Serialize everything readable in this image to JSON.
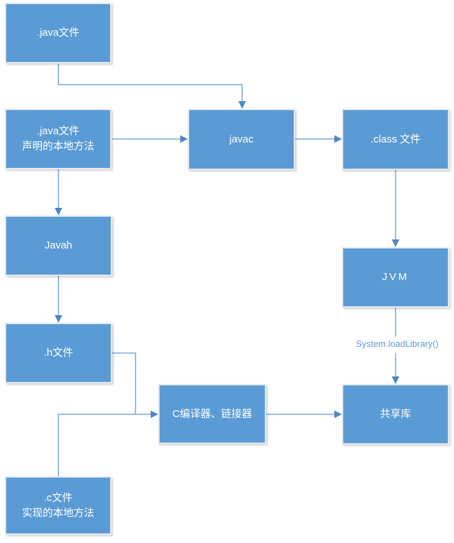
{
  "colors": {
    "background": "#ffffff",
    "box_fill": "#5b9bd5",
    "box_border": "#e4e9f1",
    "box_text": "#ffffff",
    "connector_line": "#74a5da",
    "connector_arrow": "#4d86c4",
    "edge_label_text": "#5b9bd5"
  },
  "nodes": {
    "java_file": {
      "label": ".java文件"
    },
    "java_native_decl": {
      "line1": ".java文件",
      "line2": "声明的本地方法"
    },
    "javac": {
      "label": "javac"
    },
    "class_file": {
      "label": ".class 文件"
    },
    "javah": {
      "label": "Javah"
    },
    "h_file": {
      "label": ".h文件"
    },
    "jvm": {
      "label": "JVM"
    },
    "c_compiler_linker": {
      "label": "C编译器、链接器"
    },
    "shared_library": {
      "label": "共享库"
    },
    "c_file": {
      "line1": ".c文件",
      "line2": "实现的本地方法"
    }
  },
  "edges": [
    {
      "from": "java_file",
      "to": "javac"
    },
    {
      "from": "java_native_decl",
      "to": "javac"
    },
    {
      "from": "java_native_decl",
      "to": "javah"
    },
    {
      "from": "javac",
      "to": "class_file"
    },
    {
      "from": "class_file",
      "to": "jvm"
    },
    {
      "from": "javah",
      "to": "h_file"
    },
    {
      "from": "jvm",
      "to": "shared_library",
      "label": "System.loadLibrary()"
    },
    {
      "from": "h_file",
      "to": "c_compiler_linker"
    },
    {
      "from": "c_file",
      "to": "c_compiler_linker"
    },
    {
      "from": "c_compiler_linker",
      "to": "shared_library"
    }
  ]
}
